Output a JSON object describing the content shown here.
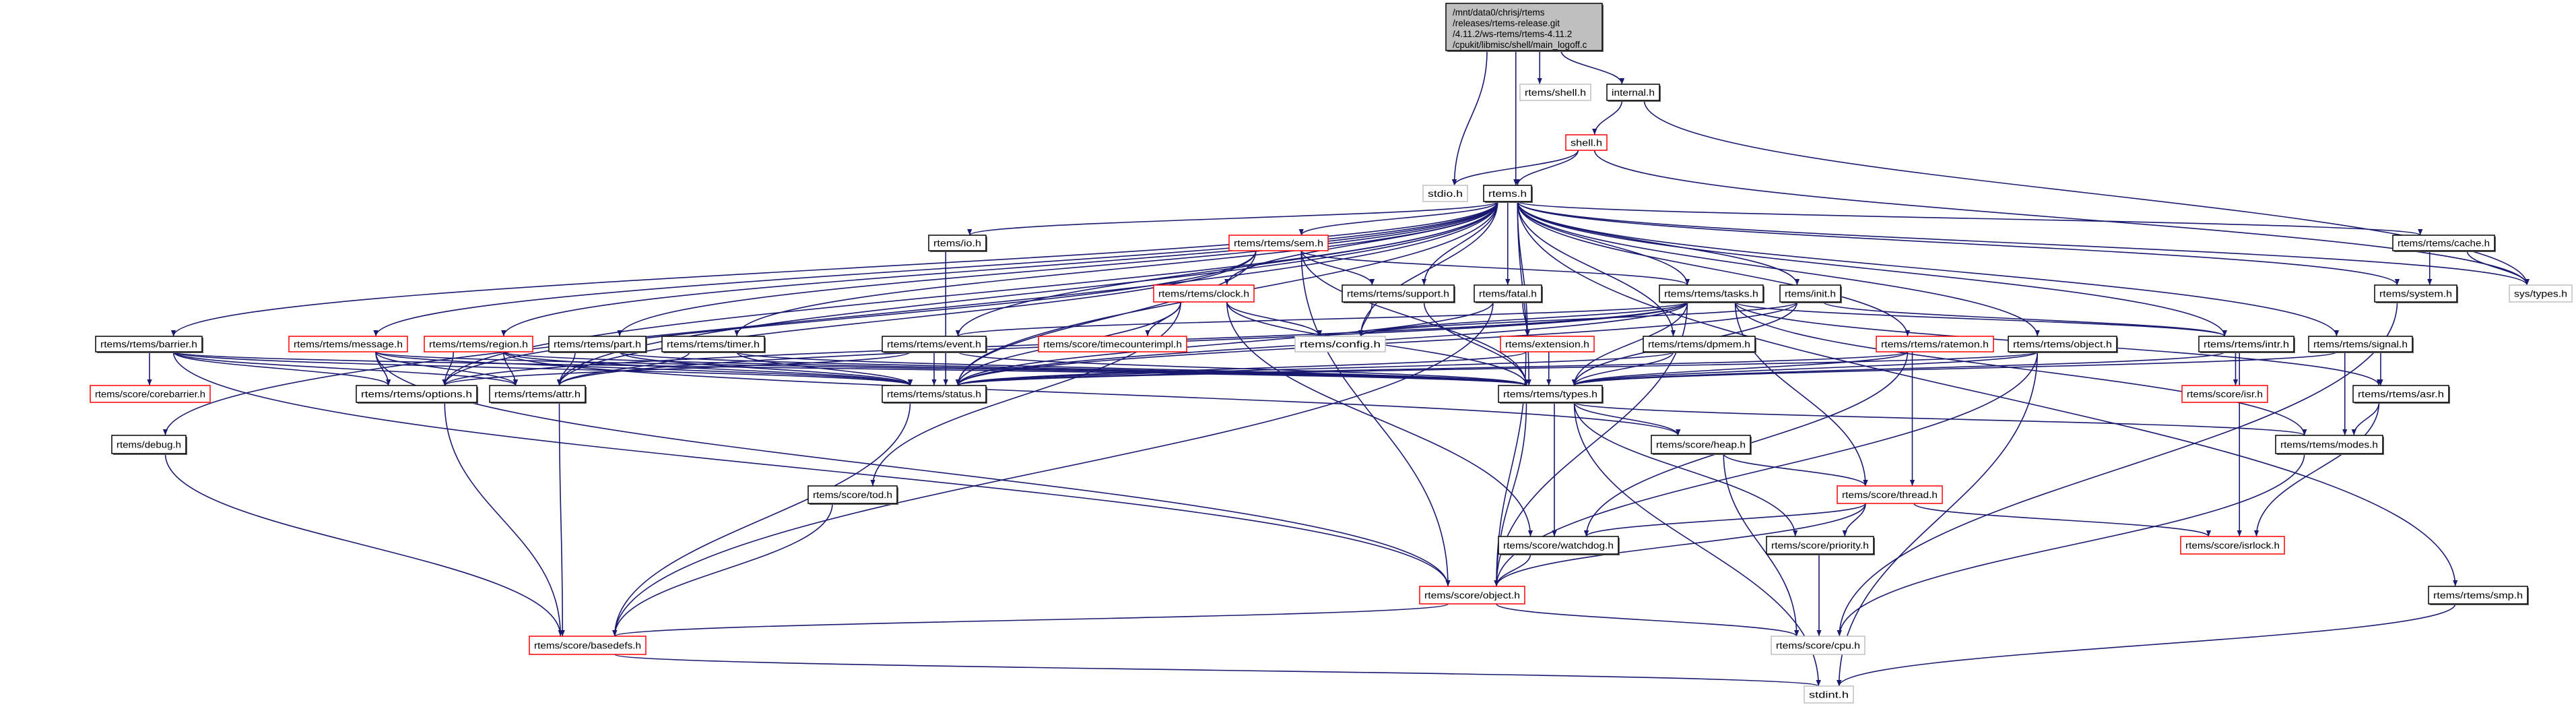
{
  "graph": {
    "edge_color": "#191970",
    "border_colors": {
      "normal": "#404040",
      "red": "#ff0000",
      "grey": "#bfbfbf",
      "main_fill": "#bfbfbf"
    },
    "nodes": [
      {
        "id": "main",
        "label_lines": [
          "/mnt/data0/chrisj/rtems",
          "/releases/rtems-release.git",
          "/4.11.2/ws-rtems/rtems-4.11.2",
          "/cpukit/libmisc/shell/main_logoff.c"
        ],
        "style": "main"
      },
      {
        "id": "shell_pub",
        "label": "rtems/shell.h",
        "style": "grey"
      },
      {
        "id": "internal",
        "label": "internal.h",
        "style": "normal"
      },
      {
        "id": "shell",
        "label": "shell.h",
        "style": "red"
      },
      {
        "id": "stdio",
        "label": "stdio.h",
        "style": "grey"
      },
      {
        "id": "rtems",
        "label": "rtems.h",
        "style": "normal"
      },
      {
        "id": "io",
        "label": "rtems/io.h",
        "style": "normal"
      },
      {
        "id": "sem",
        "label": "rtems/rtems/sem.h",
        "style": "red"
      },
      {
        "id": "cache",
        "label": "rtems/rtems/cache.h",
        "style": "normal"
      },
      {
        "id": "clock",
        "label": "rtems/rtems/clock.h",
        "style": "red"
      },
      {
        "id": "support",
        "label": "rtems/rtems/support.h",
        "style": "normal"
      },
      {
        "id": "fatal",
        "label": "rtems/fatal.h",
        "style": "normal"
      },
      {
        "id": "tasks",
        "label": "rtems/rtems/tasks.h",
        "style": "normal"
      },
      {
        "id": "init",
        "label": "rtems/init.h",
        "style": "normal"
      },
      {
        "id": "system",
        "label": "rtems/system.h",
        "style": "normal"
      },
      {
        "id": "systypes",
        "label": "sys/types.h",
        "style": "grey"
      },
      {
        "id": "barrier",
        "label": "rtems/rtems/barrier.h",
        "style": "normal"
      },
      {
        "id": "message",
        "label": "rtems/rtems/message.h",
        "style": "red"
      },
      {
        "id": "region",
        "label": "rtems/rtems/region.h",
        "style": "red"
      },
      {
        "id": "part",
        "label": "rtems/rtems/part.h",
        "style": "normal"
      },
      {
        "id": "timer",
        "label": "rtems/rtems/timer.h",
        "style": "normal"
      },
      {
        "id": "event",
        "label": "rtems/rtems/event.h",
        "style": "normal"
      },
      {
        "id": "timecounter",
        "label": "rtems/score/timecounterimpl.h",
        "style": "red"
      },
      {
        "id": "config",
        "label": "rtems/config.h",
        "style": "grey"
      },
      {
        "id": "extension",
        "label": "rtems/extension.h",
        "style": "red"
      },
      {
        "id": "dpmem",
        "label": "rtems/rtems/dpmem.h",
        "style": "normal"
      },
      {
        "id": "ratemon",
        "label": "rtems/rtems/ratemon.h",
        "style": "red"
      },
      {
        "id": "object",
        "label": "rtems/rtems/object.h",
        "style": "normal"
      },
      {
        "id": "intr",
        "label": "rtems/rtems/intr.h",
        "style": "normal"
      },
      {
        "id": "signal",
        "label": "rtems/rtems/signal.h",
        "style": "normal"
      },
      {
        "id": "corebarrier",
        "label": "rtems/score/corebarrier.h",
        "style": "red"
      },
      {
        "id": "options",
        "label": "rtems/rtems/options.h",
        "style": "normal"
      },
      {
        "id": "attr",
        "label": "rtems/rtems/attr.h",
        "style": "normal"
      },
      {
        "id": "status",
        "label": "rtems/rtems/status.h",
        "style": "normal"
      },
      {
        "id": "types",
        "label": "rtems/rtems/types.h",
        "style": "normal"
      },
      {
        "id": "isr",
        "label": "rtems/score/isr.h",
        "style": "red"
      },
      {
        "id": "asr",
        "label": "rtems/rtems/asr.h",
        "style": "normal"
      },
      {
        "id": "debug",
        "label": "rtems/debug.h",
        "style": "normal"
      },
      {
        "id": "heap",
        "label": "rtems/score/heap.h",
        "style": "normal"
      },
      {
        "id": "modes",
        "label": "rtems/rtems/modes.h",
        "style": "normal"
      },
      {
        "id": "thread",
        "label": "rtems/score/thread.h",
        "style": "red"
      },
      {
        "id": "tod",
        "label": "rtems/score/tod.h",
        "style": "normal"
      },
      {
        "id": "watchdog",
        "label": "rtems/score/watchdog.h",
        "style": "normal"
      },
      {
        "id": "priority",
        "label": "rtems/score/priority.h",
        "style": "normal"
      },
      {
        "id": "isrlock",
        "label": "rtems/score/isrlock.h",
        "style": "red"
      },
      {
        "id": "sobject",
        "label": "rtems/score/object.h",
        "style": "red"
      },
      {
        "id": "smp",
        "label": "rtems/rtems/smp.h",
        "style": "normal"
      },
      {
        "id": "basedefs",
        "label": "rtems/score/basedefs.h",
        "style": "red"
      },
      {
        "id": "cpu",
        "label": "rtems/score/cpu.h",
        "style": "grey"
      },
      {
        "id": "stdint",
        "label": "stdint.h",
        "style": "grey"
      }
    ],
    "edges": [
      [
        "main",
        "stdio"
      ],
      [
        "main",
        "rtems"
      ],
      [
        "main",
        "shell_pub"
      ],
      [
        "main",
        "internal"
      ],
      [
        "internal",
        "shell"
      ],
      [
        "internal",
        "systypes"
      ],
      [
        "shell",
        "stdio"
      ],
      [
        "shell",
        "rtems"
      ],
      [
        "shell",
        "systypes"
      ],
      [
        "rtems",
        "io"
      ],
      [
        "rtems",
        "sem"
      ],
      [
        "rtems",
        "cache"
      ],
      [
        "rtems",
        "clock"
      ],
      [
        "rtems",
        "support"
      ],
      [
        "rtems",
        "fatal"
      ],
      [
        "rtems",
        "tasks"
      ],
      [
        "rtems",
        "init"
      ],
      [
        "rtems",
        "system"
      ],
      [
        "rtems",
        "systypes"
      ],
      [
        "rtems",
        "barrier"
      ],
      [
        "rtems",
        "message"
      ],
      [
        "rtems",
        "region"
      ],
      [
        "rtems",
        "part"
      ],
      [
        "rtems",
        "timer"
      ],
      [
        "rtems",
        "event"
      ],
      [
        "rtems",
        "config"
      ],
      [
        "rtems",
        "extension"
      ],
      [
        "rtems",
        "dpmem"
      ],
      [
        "rtems",
        "ratemon"
      ],
      [
        "rtems",
        "object"
      ],
      [
        "rtems",
        "intr"
      ],
      [
        "rtems",
        "signal"
      ],
      [
        "rtems",
        "options"
      ],
      [
        "rtems",
        "attr"
      ],
      [
        "rtems",
        "status"
      ],
      [
        "rtems",
        "types"
      ],
      [
        "rtems",
        "debug"
      ],
      [
        "rtems",
        "smp"
      ],
      [
        "io",
        "status"
      ],
      [
        "sem",
        "options"
      ],
      [
        "sem",
        "attr"
      ],
      [
        "sem",
        "status"
      ],
      [
        "sem",
        "types"
      ],
      [
        "sem",
        "tasks"
      ],
      [
        "sem",
        "support"
      ],
      [
        "sem",
        "sobject"
      ],
      [
        "cache",
        "system"
      ],
      [
        "cache",
        "systypes"
      ],
      [
        "clock",
        "status"
      ],
      [
        "clock",
        "types"
      ],
      [
        "clock",
        "config"
      ],
      [
        "clock",
        "timecounter"
      ],
      [
        "clock",
        "tod"
      ],
      [
        "clock",
        "watchdog"
      ],
      [
        "support",
        "config"
      ],
      [
        "support",
        "types"
      ],
      [
        "fatal",
        "extension"
      ],
      [
        "fatal",
        "basedefs"
      ],
      [
        "fatal",
        "status"
      ],
      [
        "tasks",
        "status"
      ],
      [
        "tasks",
        "types"
      ],
      [
        "tasks",
        "event"
      ],
      [
        "tasks",
        "attr"
      ],
      [
        "tasks",
        "options"
      ],
      [
        "tasks",
        "modes"
      ],
      [
        "tasks",
        "asr"
      ],
      [
        "tasks",
        "intr"
      ],
      [
        "tasks",
        "thread"
      ],
      [
        "tasks",
        "sobject"
      ],
      [
        "tasks",
        "config"
      ],
      [
        "init",
        "config"
      ],
      [
        "init",
        "types"
      ],
      [
        "init",
        "status"
      ],
      [
        "init",
        "intr"
      ],
      [
        "system",
        "cpu"
      ],
      [
        "barrier",
        "corebarrier"
      ],
      [
        "barrier",
        "options"
      ],
      [
        "barrier",
        "attr"
      ],
      [
        "barrier",
        "status"
      ],
      [
        "barrier",
        "types"
      ],
      [
        "barrier",
        "sobject"
      ],
      [
        "message",
        "options"
      ],
      [
        "message",
        "attr"
      ],
      [
        "message",
        "status"
      ],
      [
        "message",
        "types"
      ],
      [
        "message",
        "sobject"
      ],
      [
        "region",
        "options"
      ],
      [
        "region",
        "attr"
      ],
      [
        "region",
        "status"
      ],
      [
        "region",
        "types"
      ],
      [
        "region",
        "heap"
      ],
      [
        "part",
        "attr"
      ],
      [
        "part",
        "status"
      ],
      [
        "part",
        "types"
      ],
      [
        "timer",
        "attr"
      ],
      [
        "timer",
        "status"
      ],
      [
        "timer",
        "types"
      ],
      [
        "event",
        "options"
      ],
      [
        "event",
        "status"
      ],
      [
        "event",
        "types"
      ],
      [
        "extension",
        "types"
      ],
      [
        "extension",
        "status"
      ],
      [
        "extension",
        "sobject"
      ],
      [
        "dpmem",
        "types"
      ],
      [
        "dpmem",
        "status"
      ],
      [
        "ratemon",
        "types"
      ],
      [
        "ratemon",
        "status"
      ],
      [
        "ratemon",
        "thread"
      ],
      [
        "ratemon",
        "watchdog"
      ],
      [
        "object",
        "types"
      ],
      [
        "object",
        "status"
      ],
      [
        "object",
        "sobject"
      ],
      [
        "object",
        "stdint"
      ],
      [
        "intr",
        "types"
      ],
      [
        "intr",
        "isr"
      ],
      [
        "intr",
        "isrlock"
      ],
      [
        "signal",
        "types"
      ],
      [
        "signal",
        "asr"
      ],
      [
        "signal",
        "modes"
      ],
      [
        "options",
        "basedefs"
      ],
      [
        "attr",
        "basedefs"
      ],
      [
        "status",
        "basedefs"
      ],
      [
        "types",
        "heap"
      ],
      [
        "types",
        "modes"
      ],
      [
        "types",
        "watchdog"
      ],
      [
        "types",
        "priority"
      ],
      [
        "types",
        "sobject"
      ],
      [
        "types",
        "stdint"
      ],
      [
        "asr",
        "modes"
      ],
      [
        "asr",
        "isrlock"
      ],
      [
        "modes",
        "cpu"
      ],
      [
        "debug",
        "basedefs"
      ],
      [
        "heap",
        "thread"
      ],
      [
        "heap",
        "cpu"
      ],
      [
        "thread",
        "watchdog"
      ],
      [
        "thread",
        "priority"
      ],
      [
        "thread",
        "isrlock"
      ],
      [
        "thread",
        "sobject"
      ],
      [
        "tod",
        "basedefs"
      ],
      [
        "watchdog",
        "sobject"
      ],
      [
        "priority",
        "cpu"
      ],
      [
        "sobject",
        "basedefs"
      ],
      [
        "sobject",
        "cpu"
      ],
      [
        "smp",
        "stdint"
      ],
      [
        "basedefs",
        "stdint"
      ]
    ]
  }
}
